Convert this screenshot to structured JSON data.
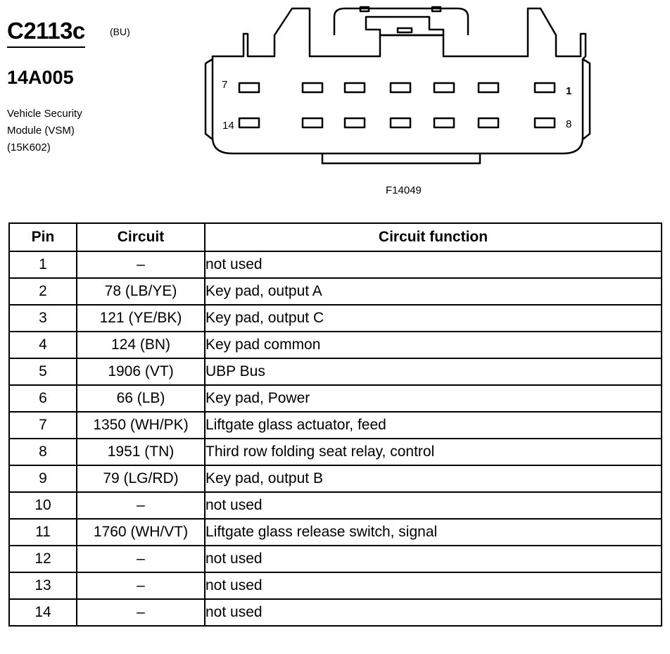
{
  "connector": {
    "id": "C2113c",
    "color": "(BU)",
    "part_number": "14A005",
    "description": "Vehicle Security\nModule (VSM)\n(15K602)",
    "figure_id": "F14049",
    "pin_labels": {
      "top_left": "7",
      "top_right": "1",
      "bottom_left": "14",
      "bottom_right": "8"
    }
  },
  "table": {
    "headers": {
      "pin": "Pin",
      "circuit": "Circuit",
      "function": "Circuit function"
    },
    "rows": [
      {
        "pin": "1",
        "circuit": "–",
        "function": "not used"
      },
      {
        "pin": "2",
        "circuit": "78 (LB/YE)",
        "function": "Key pad, output A"
      },
      {
        "pin": "3",
        "circuit": "121 (YE/BK)",
        "function": "Key pad, output C"
      },
      {
        "pin": "4",
        "circuit": "124 (BN)",
        "function": "Key pad common"
      },
      {
        "pin": "5",
        "circuit": "1906 (VT)",
        "function": "UBP Bus"
      },
      {
        "pin": "6",
        "circuit": "66 (LB)",
        "function": "Key pad, Power"
      },
      {
        "pin": "7",
        "circuit": "1350 (WH/PK)",
        "function": "Liftgate glass actuator, feed"
      },
      {
        "pin": "8",
        "circuit": "1951 (TN)",
        "function": "Third row folding seat relay, control"
      },
      {
        "pin": "9",
        "circuit": "79 (LG/RD)",
        "function": "Key pad, output B"
      },
      {
        "pin": "10",
        "circuit": "–",
        "function": "not used"
      },
      {
        "pin": "11",
        "circuit": "1760 (WH/VT)",
        "function": "Liftgate glass release switch, signal"
      },
      {
        "pin": "12",
        "circuit": "–",
        "function": "not used"
      },
      {
        "pin": "13",
        "circuit": "–",
        "function": "not used"
      },
      {
        "pin": "14",
        "circuit": "–",
        "function": "not used"
      }
    ]
  }
}
